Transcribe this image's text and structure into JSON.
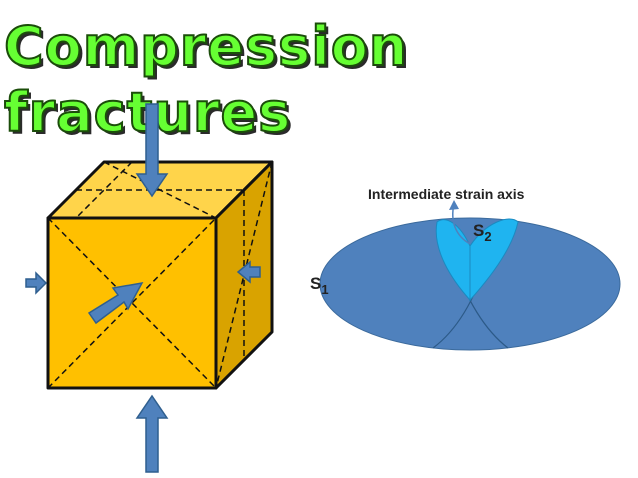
{
  "title": {
    "line1": "Compression",
    "line2": "fractures"
  },
  "labels": {
    "intermediate_axis": "Intermediate strain axis",
    "s1_letter": "S",
    "s1_sub": "1",
    "s2_letter": "S",
    "s2_sub": "2"
  },
  "colors": {
    "title_fill": "#66ff33",
    "cube_front": "#ffc000",
    "cube_top": "#ffd44a",
    "cube_side": "#d9a300",
    "arrow": "#4f81bd",
    "ellipse": "#4f81bd",
    "lobe": "#1fb4f0"
  },
  "icons": {
    "compression_arrow": "block-arrow-icon"
  }
}
